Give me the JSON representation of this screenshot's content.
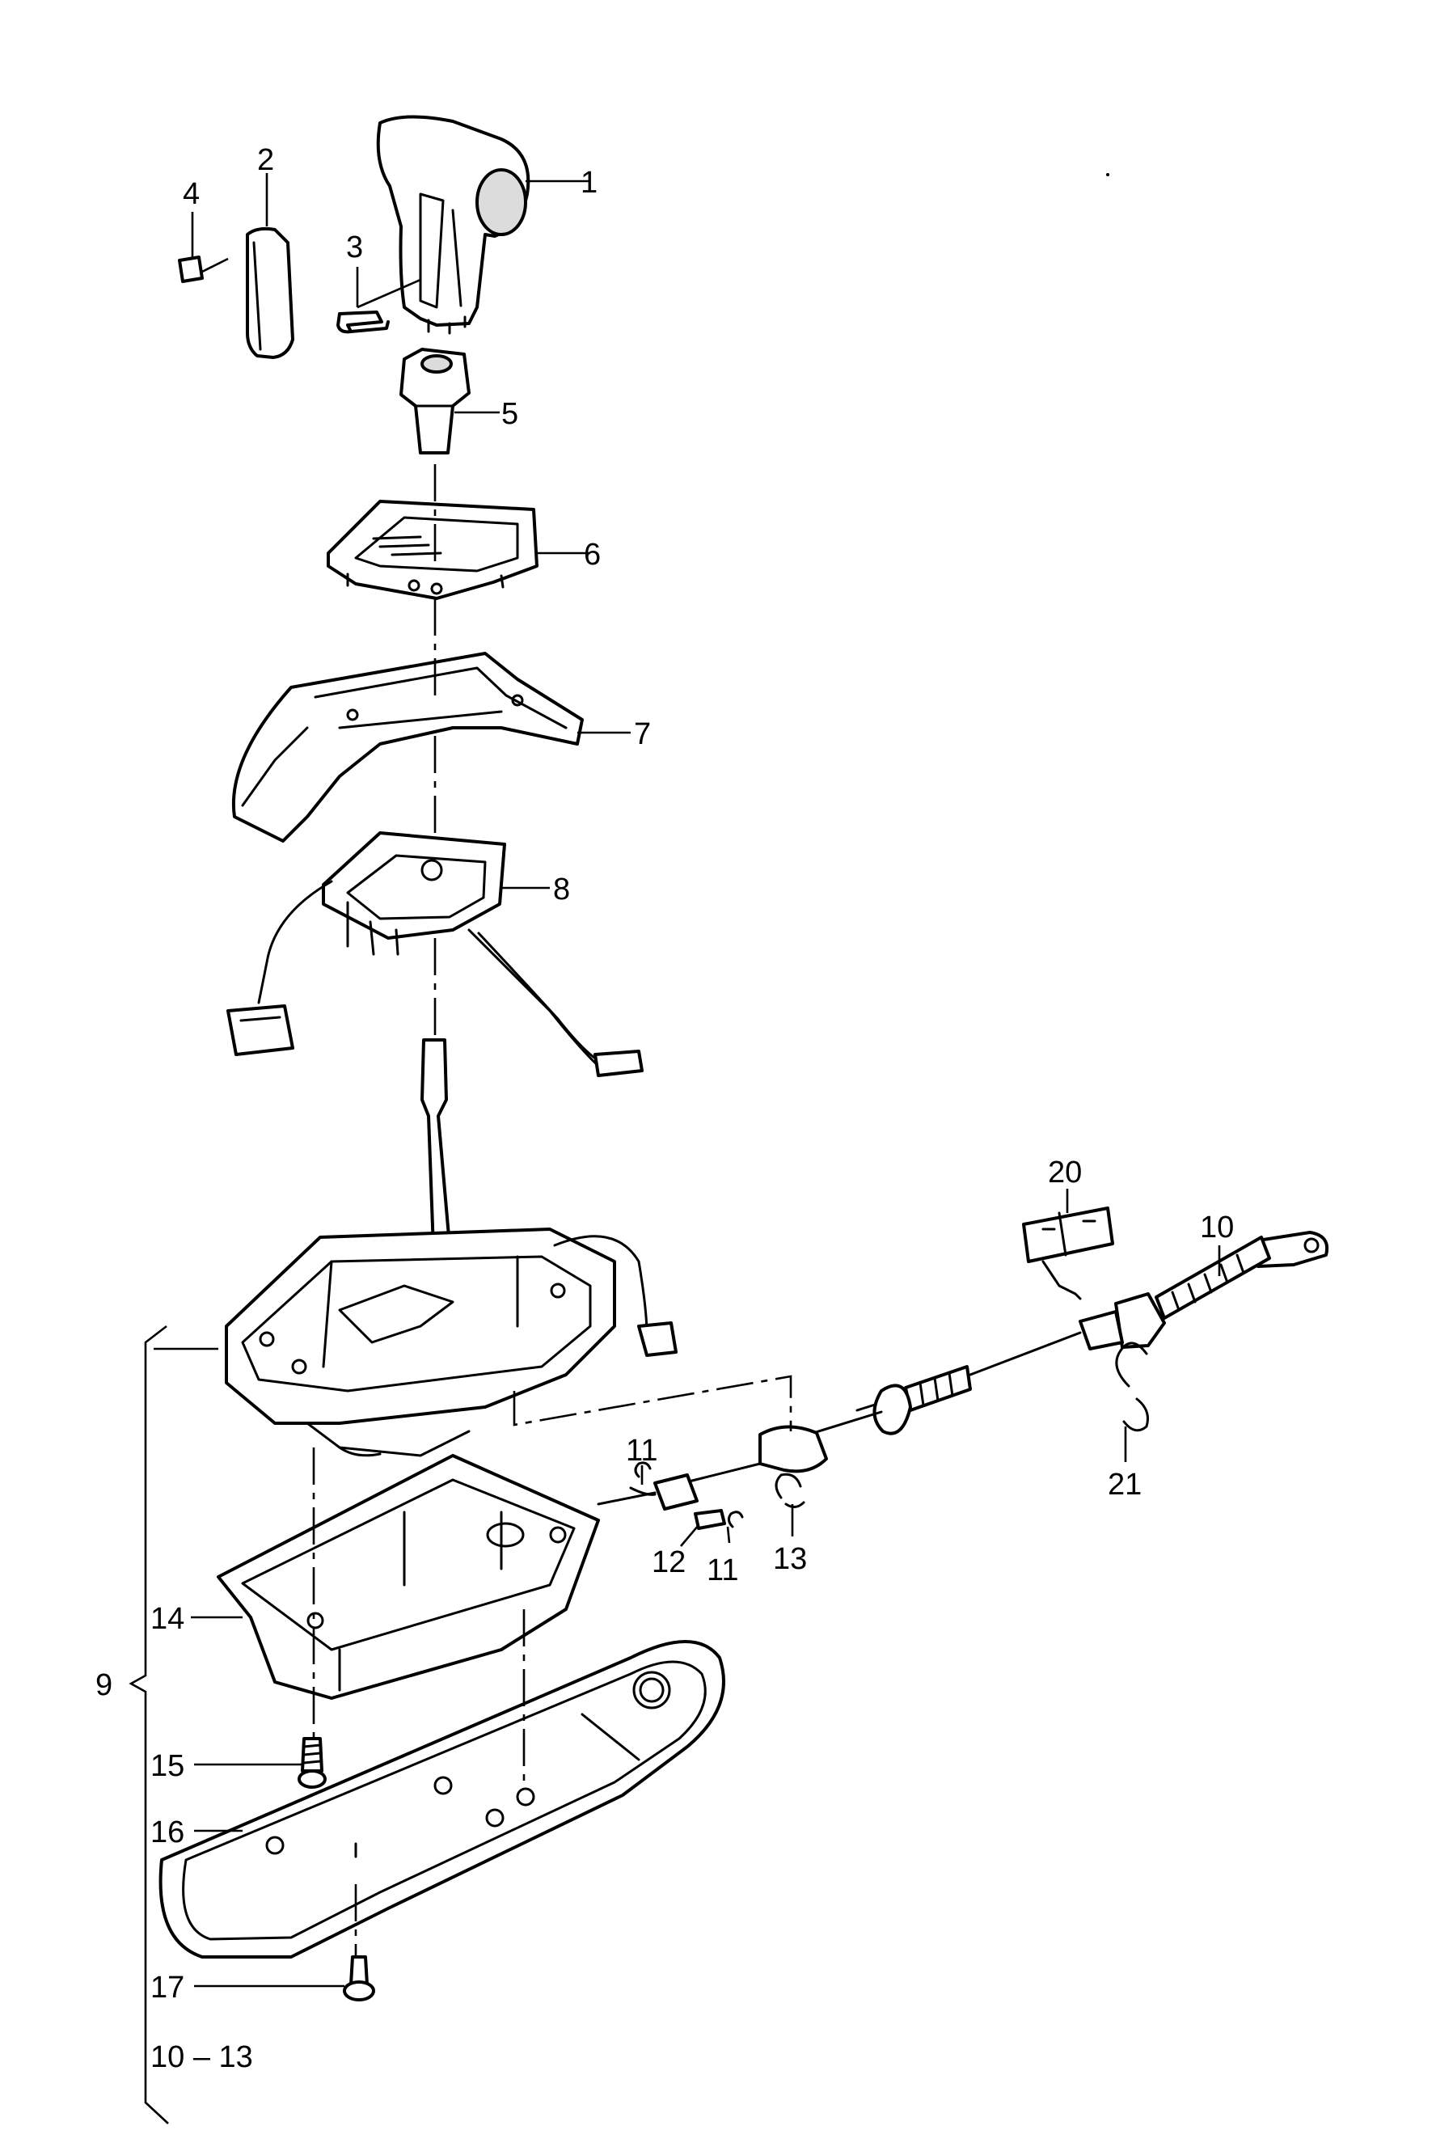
{
  "diagram": {
    "callouts": [
      {
        "id": "label-1",
        "text": "1"
      },
      {
        "id": "label-2",
        "text": "2"
      },
      {
        "id": "label-3",
        "text": "3"
      },
      {
        "id": "label-4",
        "text": "4"
      },
      {
        "id": "label-5",
        "text": "5"
      },
      {
        "id": "label-6",
        "text": "6"
      },
      {
        "id": "label-7",
        "text": "7"
      },
      {
        "id": "label-8",
        "text": "8"
      },
      {
        "id": "label-9",
        "text": "9"
      },
      {
        "id": "label-10",
        "text": "10"
      },
      {
        "id": "label-11a",
        "text": "11"
      },
      {
        "id": "label-11b",
        "text": "11"
      },
      {
        "id": "label-12",
        "text": "12"
      },
      {
        "id": "label-13",
        "text": "13"
      },
      {
        "id": "label-14",
        "text": "14"
      },
      {
        "id": "label-15",
        "text": "15"
      },
      {
        "id": "label-16",
        "text": "16"
      },
      {
        "id": "label-17",
        "text": "17"
      },
      {
        "id": "label-range",
        "text": "10 – 13"
      },
      {
        "id": "label-20",
        "text": "20"
      },
      {
        "id": "label-21",
        "text": "21"
      }
    ]
  }
}
